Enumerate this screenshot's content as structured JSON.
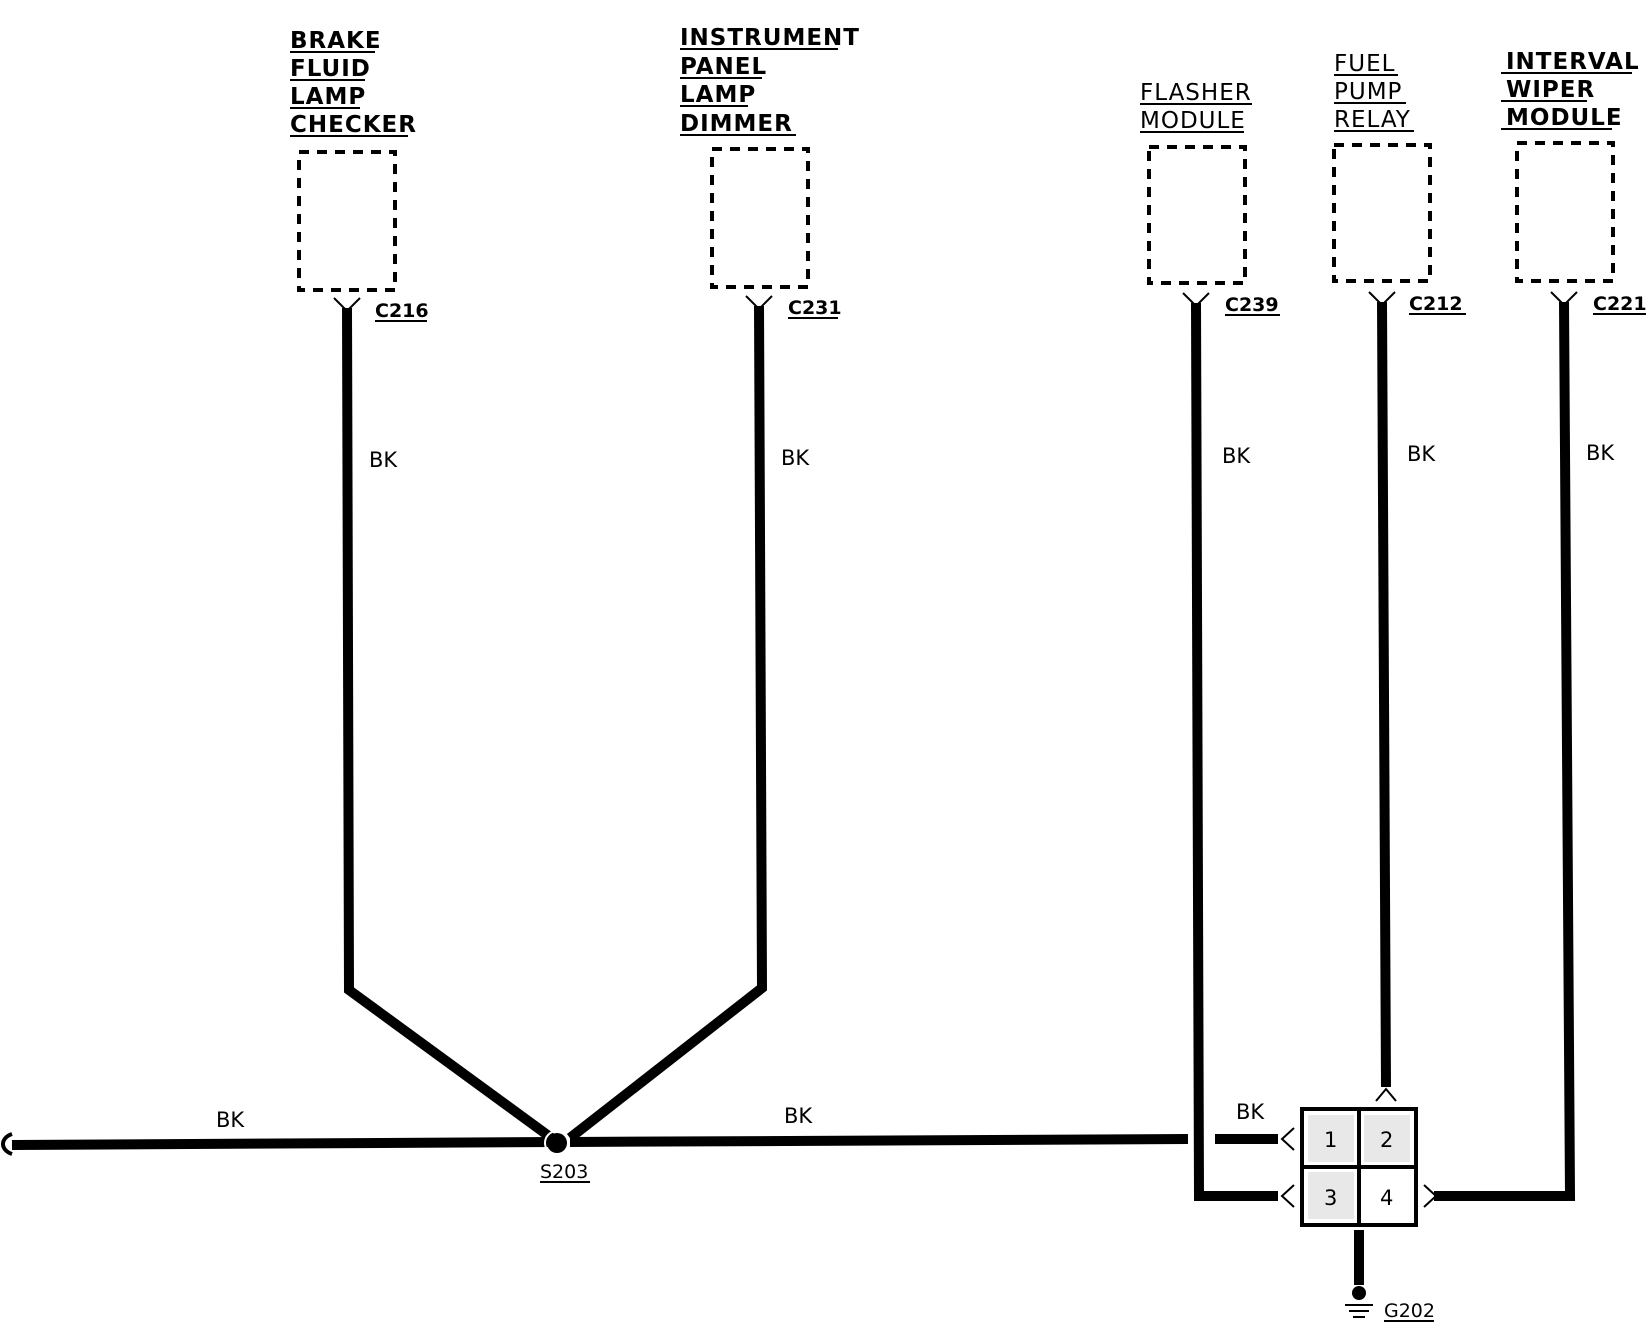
{
  "components": [
    {
      "lines": [
        "BRAKE",
        "FLUID",
        "LAMP",
        "CHECKER"
      ],
      "connector": "C216",
      "wire": "BK"
    },
    {
      "lines": [
        "INSTRUMENT",
        "PANEL",
        "LAMP",
        "DIMMER"
      ],
      "connector": "C231",
      "wire": "BK"
    },
    {
      "lines": [
        "FLASHER",
        "MODULE"
      ],
      "connector": "C239",
      "wire": "BK"
    },
    {
      "lines": [
        "FUEL",
        "PUMP",
        "RELAY"
      ],
      "connector": "C212",
      "wire": "BK"
    },
    {
      "lines": [
        "INTERVAL",
        "WIPER",
        "MODULE"
      ],
      "connector": "C221",
      "wire": "BK"
    }
  ],
  "splice": {
    "label": "S203"
  },
  "bus_wires": {
    "left": "BK",
    "middle": "BK",
    "to_block": "BK"
  },
  "ground_block": {
    "pins": [
      "1",
      "2",
      "3",
      "4"
    ]
  },
  "ground": {
    "label": "G202"
  }
}
